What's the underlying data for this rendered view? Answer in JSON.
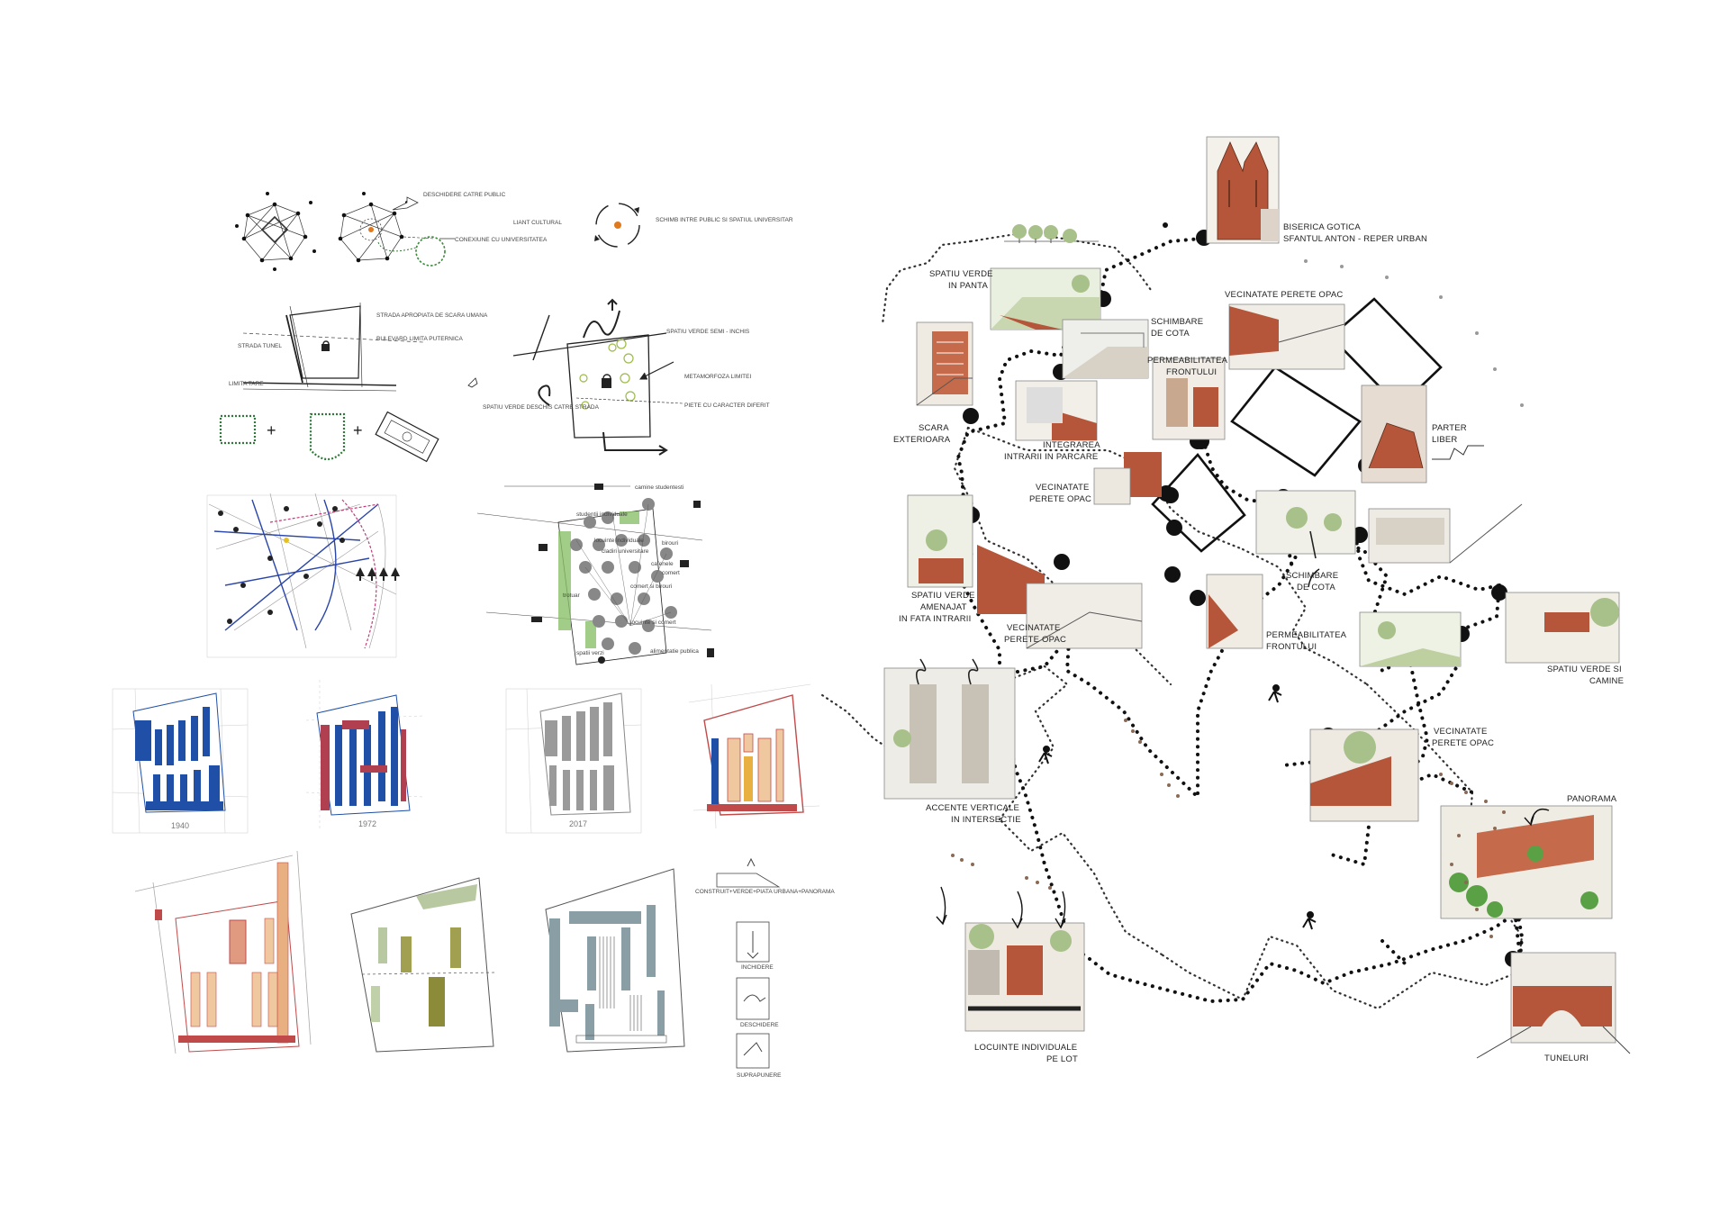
{
  "left_panel": {
    "concept_row": {
      "labels": [
        "DESCHIDERE CATRE PUBLIC",
        "LIANT CULTURAL",
        "CONEXIUNE CU UNIVERSITATEA",
        "SCHIMB INTRE PUBLIC SI SPATIUL UNIVERSITAR"
      ]
    },
    "streets_diagram": {
      "labels": [
        "STRADA APROPIATA DE SCARA UMANA",
        "BULEVARD LIMITA PUTERNICA",
        "STRADA TUNEL",
        "LIMITA TARE"
      ]
    },
    "limit_diagram": {
      "labels": [
        "SPATIU VERDE SEMI - INCHIS",
        "METAMORFOZA LIMITEI",
        "SPATIU VERDE DESCHIS CATRE STRADA",
        "PIETE CU CARACTER DIFERIT"
      ]
    },
    "activity_map": {
      "labels": [
        "camine studentesti",
        "studentii individuale",
        "locuinte individuale",
        "cladiri universitare",
        "birouri",
        "cafenele",
        "comert",
        "comert si birouri",
        "locuinte si comert",
        "trotuar",
        "alimentatie publica",
        "spatii verzi"
      ]
    },
    "history_years": [
      "1940",
      "1972",
      "2017"
    ],
    "legend_lines": [
      "CONSTRUIT+VERDE+PIATA URBANA+PANORAMA",
      "INCHIDERE",
      "DESCHIDERE",
      "SUPRAPUNERE"
    ]
  },
  "route_map": {
    "labels": [
      [
        "BISERICA GOTICA",
        "SFANTUL ANTON -  REPER URBAN"
      ],
      [
        "SPATIU VERDE",
        "IN PANTA"
      ],
      [
        "VECINATATE PERETE OPAC"
      ],
      [
        "SCHIMBARE",
        "DE COTA"
      ],
      [
        "PERMEABILITATEA",
        "FRONTULUI"
      ],
      [
        "SCARA",
        "EXTERIOARA"
      ],
      [
        "INTEGRAREA",
        "INTRARII IN PARCARE"
      ],
      [
        "PARTER",
        "LIBER"
      ],
      [
        "VECINATATE",
        "PERETE OPAC"
      ],
      [
        "SCHIMBARE",
        "DE COTA"
      ],
      [
        "SPATIU VERDE",
        "AMENAJAT",
        "IN FATA INTRARII"
      ],
      [
        "VECINATATE",
        "PERETE OPAC"
      ],
      [
        "PERMEABILITATEA",
        "FRONTULUI"
      ],
      [
        "SPATIU VERDE SI",
        "CAMINE"
      ],
      [
        "VECINATATE",
        "PERETE OPAC"
      ],
      [
        "ACCENTE VERTICALE",
        "IN INTERSECTIE"
      ],
      [
        "PANORAMA"
      ],
      [
        "LOCUINTE INDIVIDUALE",
        "PE LOT"
      ],
      [
        "TUNELURI"
      ]
    ]
  },
  "colors": {
    "ink": "#1a1a1a",
    "brick": "#b5563a",
    "blue": "#1f4fa6",
    "red_plan": "#c04a4a",
    "green": "#5aa045",
    "olive": "#8b8b3a",
    "gray": "#9a9a9a",
    "orange_dot": "#e07a1f"
  }
}
